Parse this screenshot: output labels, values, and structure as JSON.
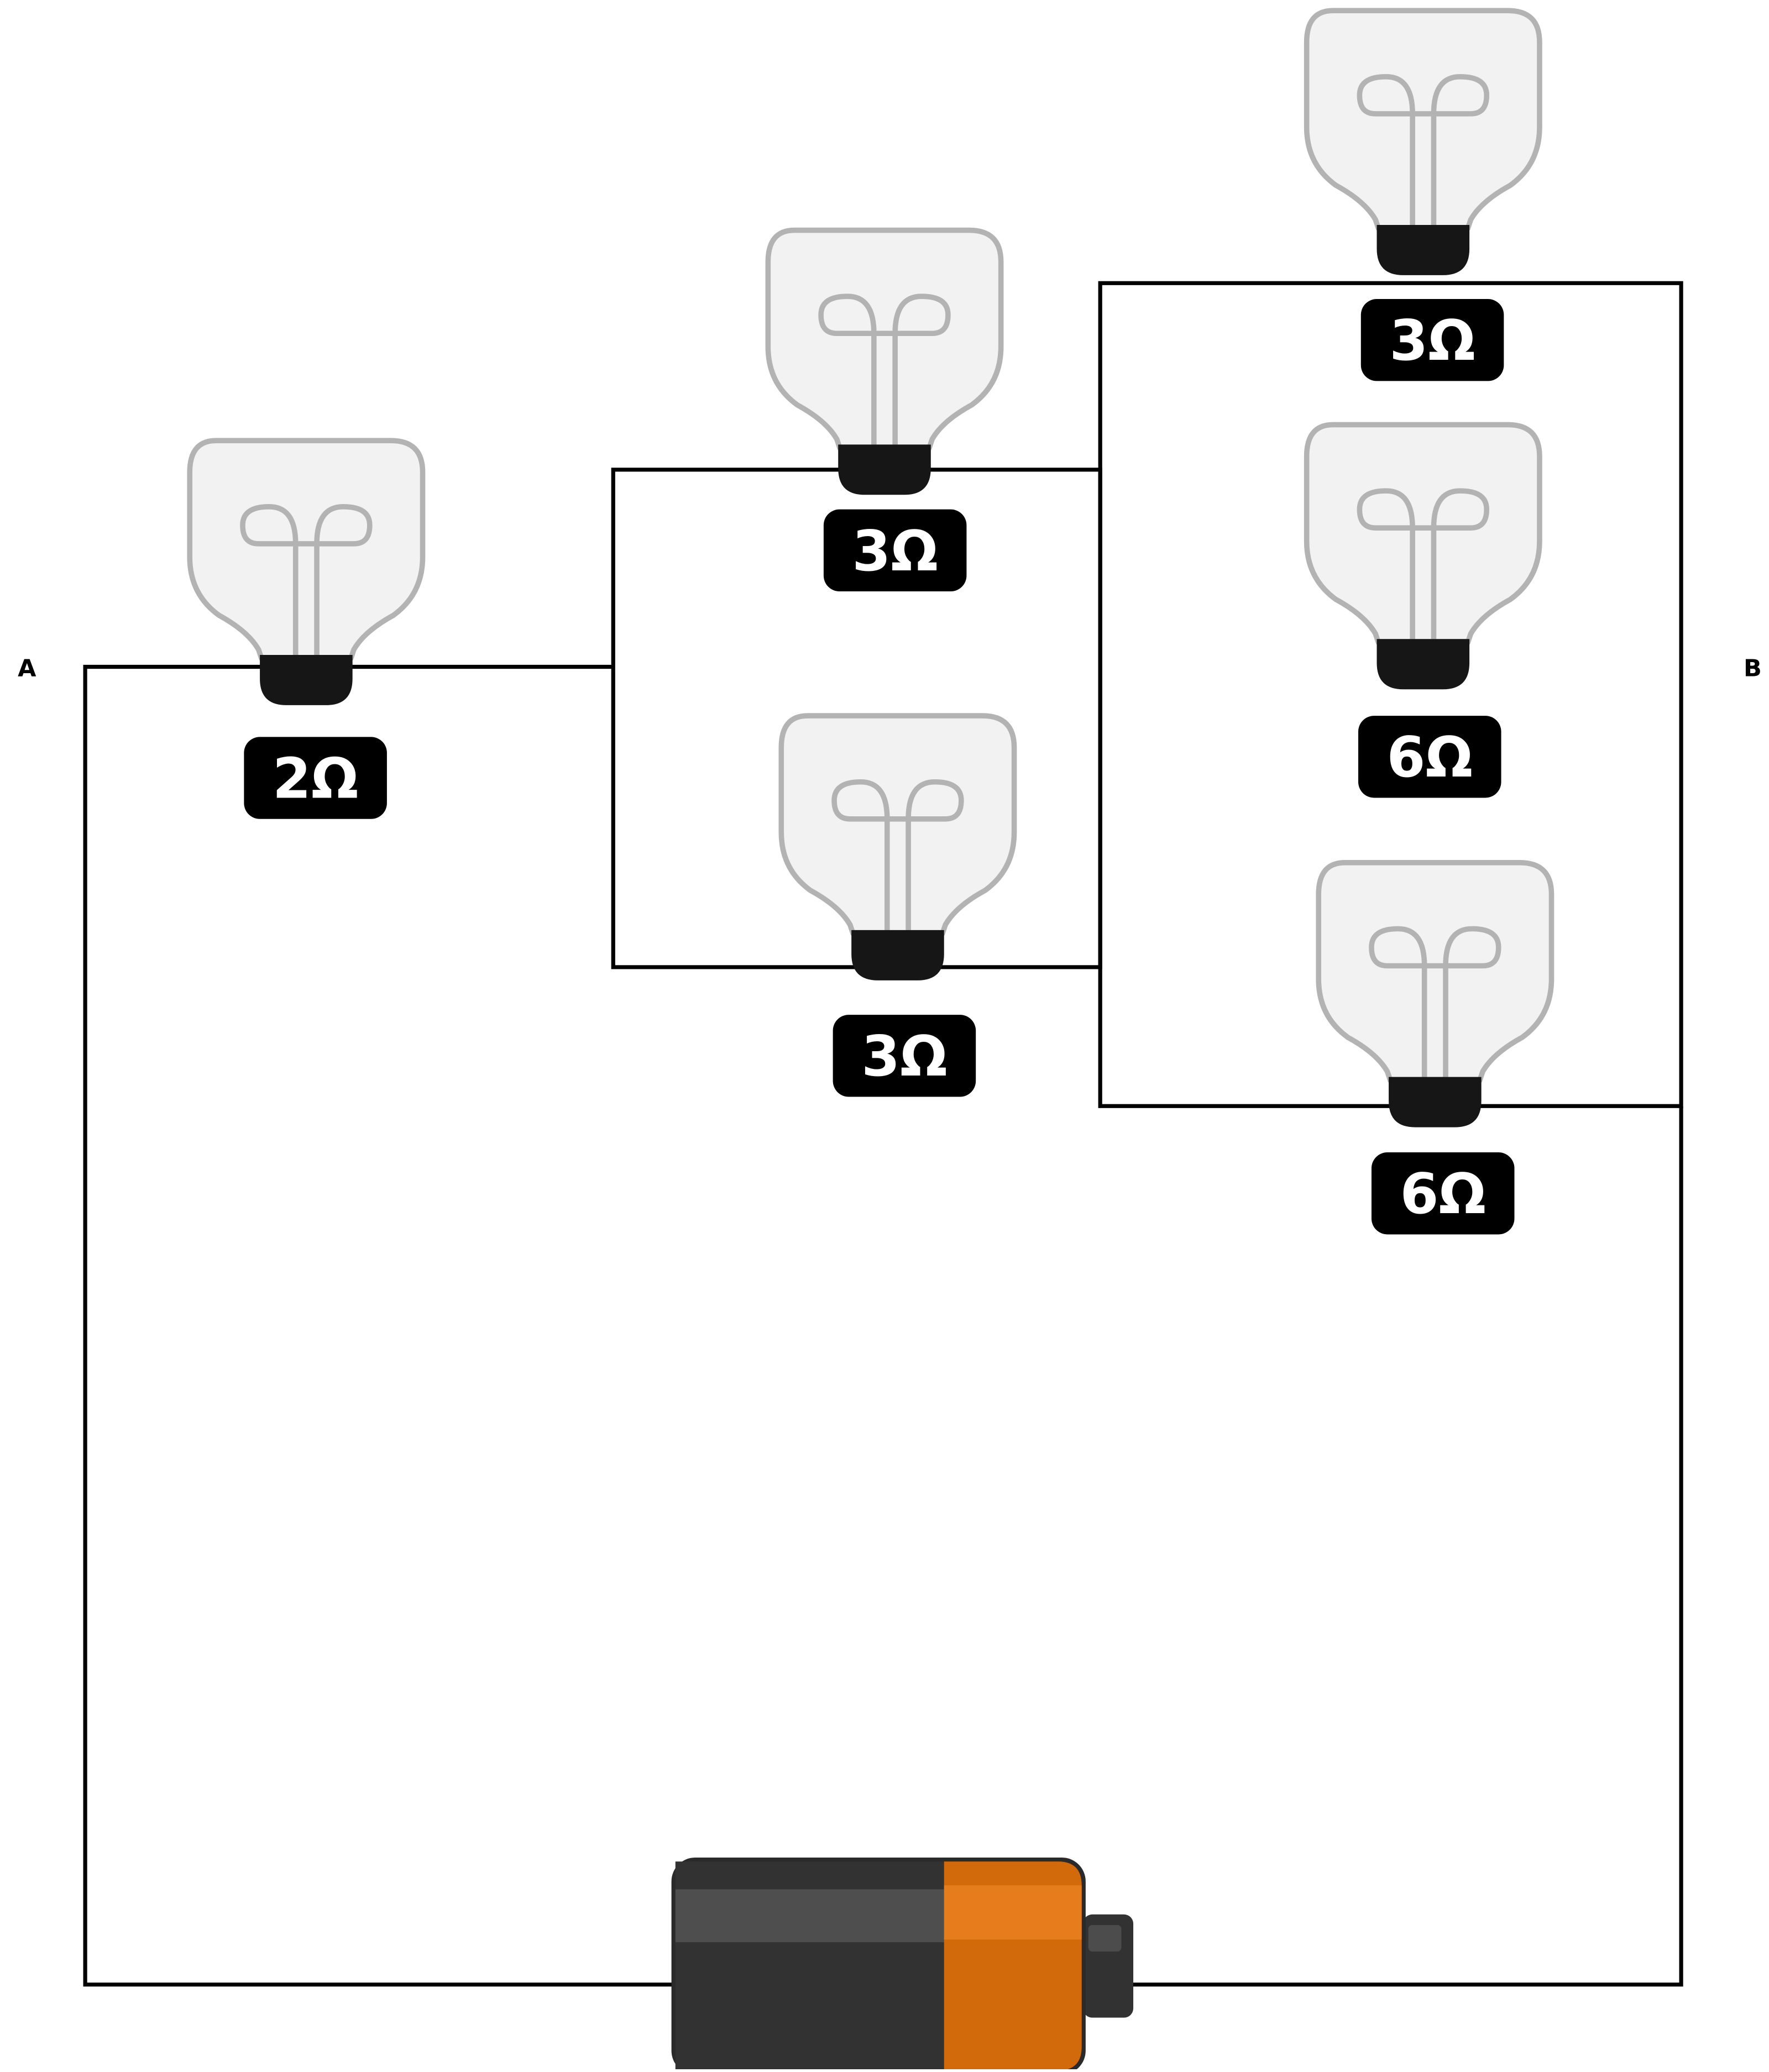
{
  "terminals": {
    "a": "A",
    "b": "B"
  },
  "bulbs": [
    {
      "id": "bulb-2ohm",
      "resistance": "2Ω"
    },
    {
      "id": "bulb-3ohm-upper",
      "resistance": "3Ω"
    },
    {
      "id": "bulb-3ohm-lower",
      "resistance": "3Ω"
    },
    {
      "id": "bulb-3ohm-top",
      "resistance": "3Ω"
    },
    {
      "id": "bulb-6ohm-middle",
      "resistance": "6Ω"
    },
    {
      "id": "bulb-6ohm-bottom",
      "resistance": "6Ω"
    }
  ],
  "battery": {
    "icon": "battery-icon"
  },
  "colors": {
    "wire": "#000000",
    "bulb_glass": "#f2f2f2",
    "bulb_outline": "#b3b3b3",
    "bulb_base": "#161616",
    "label_bg": "#000000",
    "label_text": "#ffffff",
    "battery_body": "#323232",
    "battery_cap": "#d2690a"
  }
}
